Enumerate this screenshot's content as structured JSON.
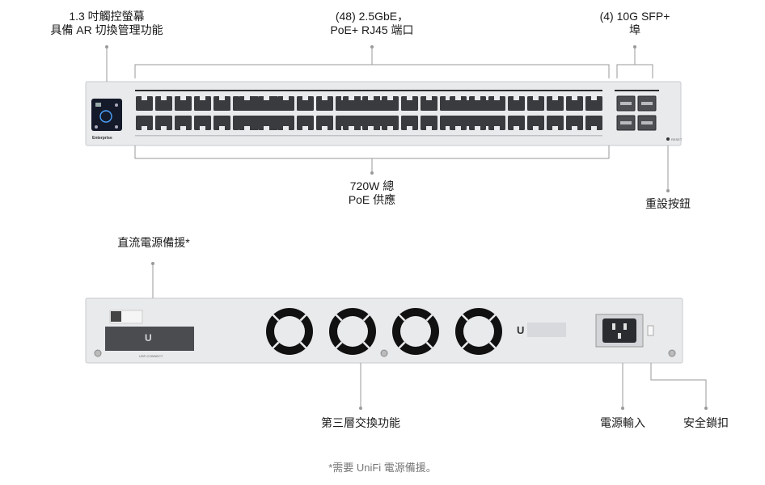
{
  "front_labels": {
    "touchscreen": [
      "1.3 吋觸控螢幕",
      "具備 AR 切換管理功能"
    ],
    "rj45_ports": [
      "(48) 2.5GbE，",
      "PoE+ RJ45 端口"
    ],
    "sfp_ports": [
      "(4) 10G SFP+",
      "埠"
    ],
    "poe_budget": [
      "720W 總",
      "PoE 供應"
    ],
    "reset_button": "重設按鈕"
  },
  "rear_labels": {
    "dc_backup": "直流電源備援*",
    "layer3": "第三層交換功能",
    "power_input": "電源輸入",
    "security_lock": "安全鎖扣"
  },
  "device_text": {
    "brand": "Enterprise",
    "reset_silk": "RESET",
    "dc_slot": "USP-CONNECT"
  },
  "footnote": "*需要 UniFi 電源備援。",
  "colors": {
    "chassis": "#e9eaec",
    "port": "#3a3b3f",
    "screen": "#151a2a",
    "accent": "#4aa3ff"
  }
}
